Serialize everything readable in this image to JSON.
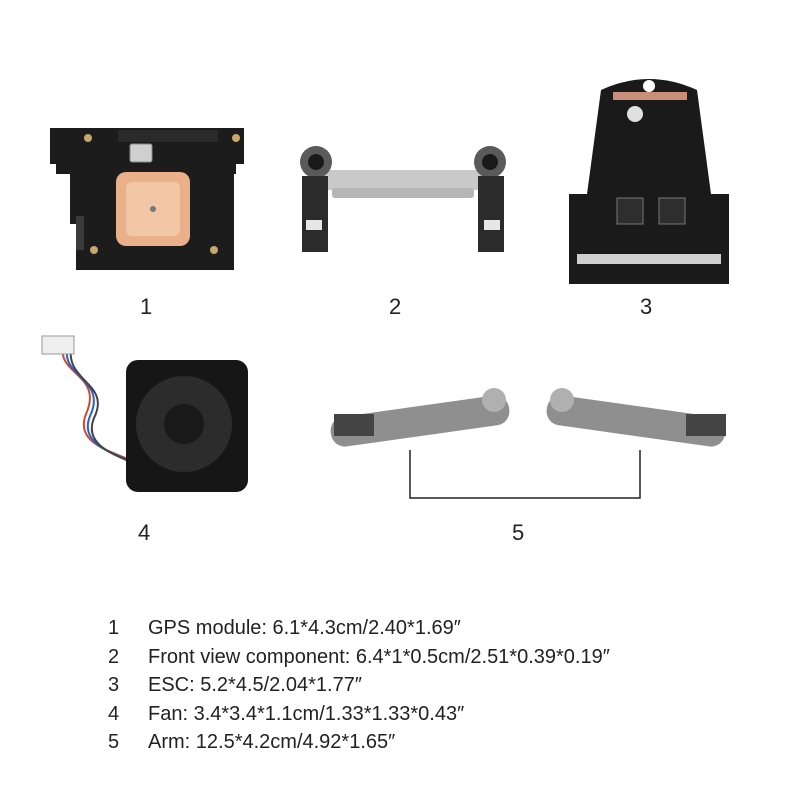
{
  "parts": [
    {
      "number": "1",
      "icon": "gps-module-board"
    },
    {
      "number": "2",
      "icon": "front-view-camera-component"
    },
    {
      "number": "3",
      "icon": "esc-circuit-board"
    },
    {
      "number": "4",
      "icon": "cooling-fan"
    },
    {
      "number": "5",
      "icon": "motor-arm-pair"
    }
  ],
  "specs": [
    {
      "number": "1",
      "text": "GPS module: 6.1*4.3cm/2.40*1.69″"
    },
    {
      "number": "2",
      "text": "Front view component: 6.4*1*0.5cm/2.51*0.39*0.19″"
    },
    {
      "number": "3",
      "text": "ESC: 5.2*4.5/2.04*1.77″"
    },
    {
      "number": "4",
      "text": "Fan: 3.4*3.4*1.1cm/1.33*1.33*0.43″"
    },
    {
      "number": "5",
      "text": "Arm: 12.5*4.2cm/4.92*1.65″"
    }
  ]
}
